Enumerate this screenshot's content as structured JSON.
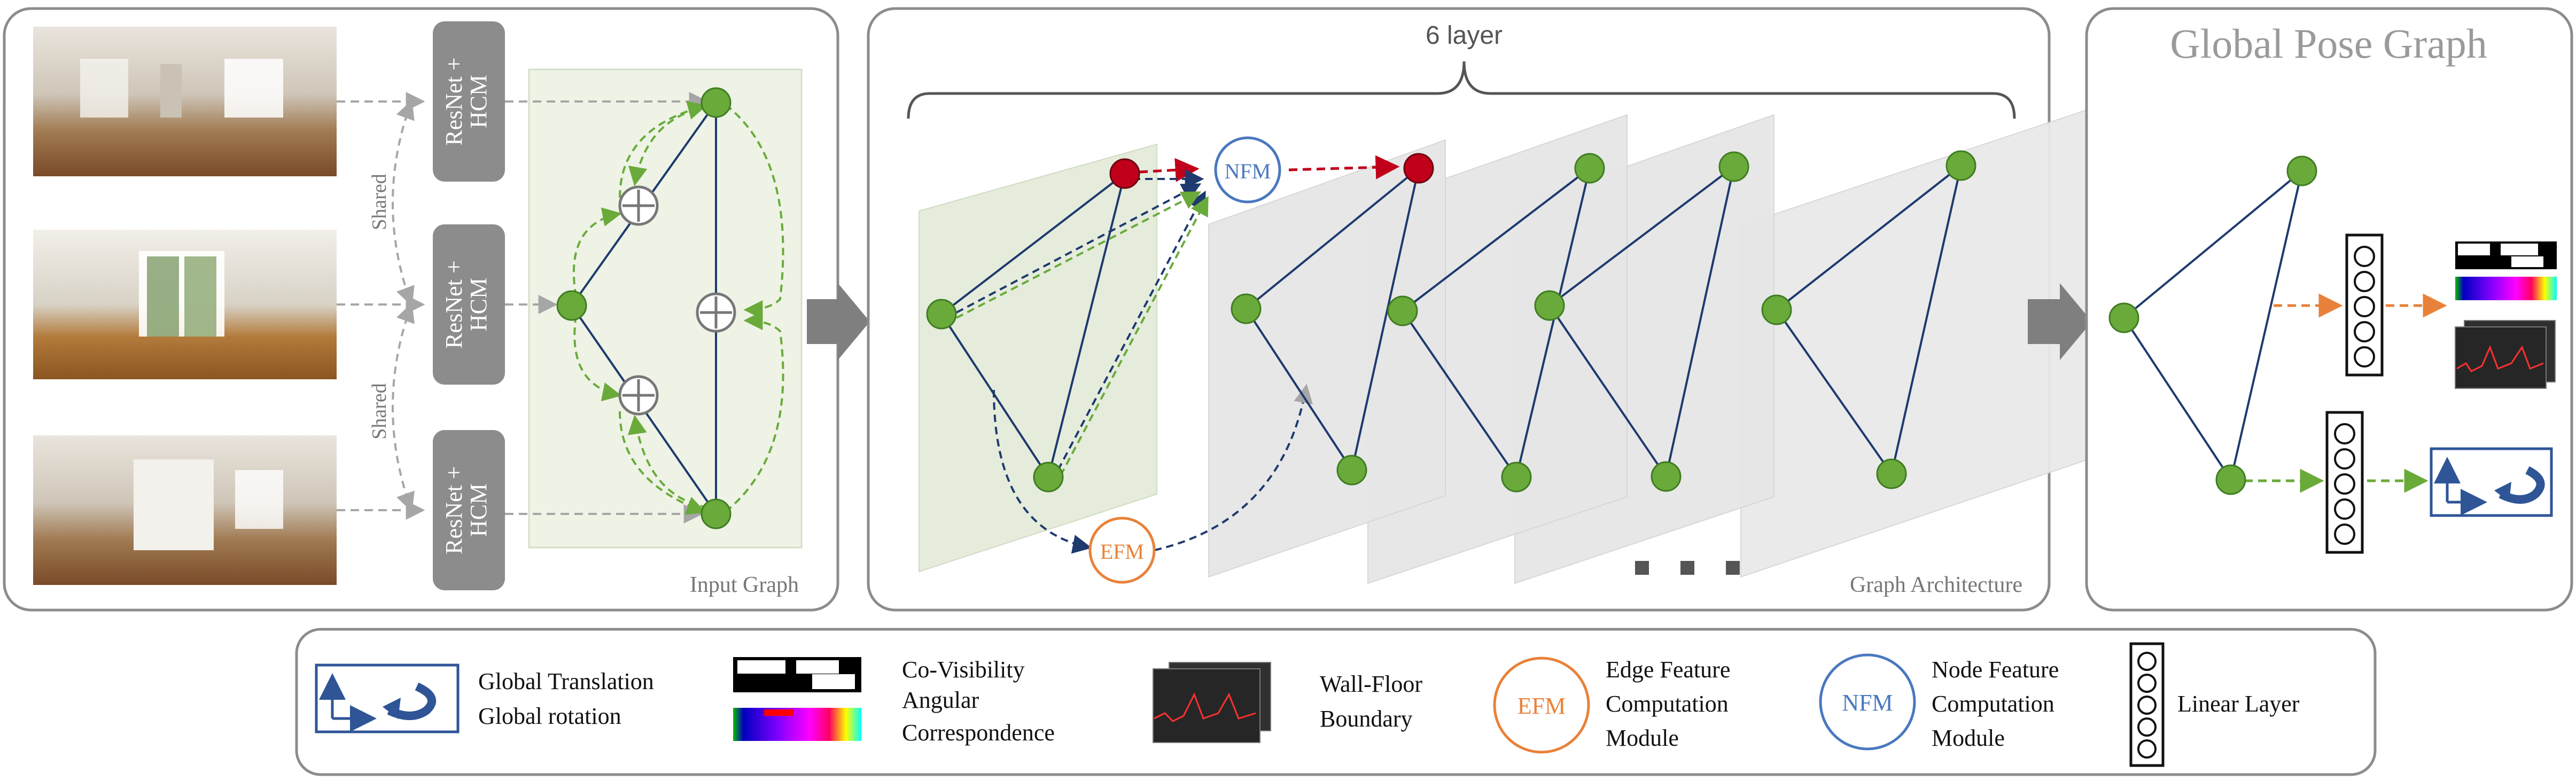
{
  "colors": {
    "panel_stroke": "#8c8c8c",
    "node_green": "#6aaa3a",
    "node_green_stroke": "#3f7d22",
    "node_red": "#c0001a",
    "edge_navy": "#1e3a6e",
    "arrow_green": "#6aaa3a",
    "arrow_red": "#c0001a",
    "arrow_orange": "#e8823a",
    "arrow_gray": "#a6a6a6",
    "nfm_blue": "#4a78c0",
    "efm_orange": "#e8823a",
    "module_gray": "#8c8c8c",
    "graph_bg": "#eef3e6",
    "plane_gray": "#e6e6e6"
  },
  "input_panel": {
    "encoder_line1": "ResNet +",
    "encoder_line2": "HCM",
    "shared_label": "Shared",
    "graph_label": "Input Graph",
    "plus_symbol": "⊕"
  },
  "architecture_panel": {
    "layer_count_label": "6 layer",
    "nfm_label": "NFM",
    "efm_label": "EFM",
    "caption": "Graph Architecture",
    "ellipsis": "■  ■  ■"
  },
  "pose_panel": {
    "title": "Global Pose Graph"
  },
  "legend": {
    "translation_line1": "Global Translation",
    "translation_line2": "Global rotation",
    "covis_line1": "Co-Visibility",
    "covis_line2": "Angular",
    "covis_line3": "Correspondence",
    "wall_line1": "Wall-Floor",
    "wall_line2": "Boundary",
    "efm_badge": "EFM",
    "efm_line1": "Edge Feature",
    "efm_line2": "Computation",
    "efm_line3": "Module",
    "nfm_badge": "NFM",
    "nfm_line1": "Node Feature",
    "nfm_line2": "Computation",
    "nfm_line3": "Module",
    "linear_label": "Linear Layer"
  }
}
